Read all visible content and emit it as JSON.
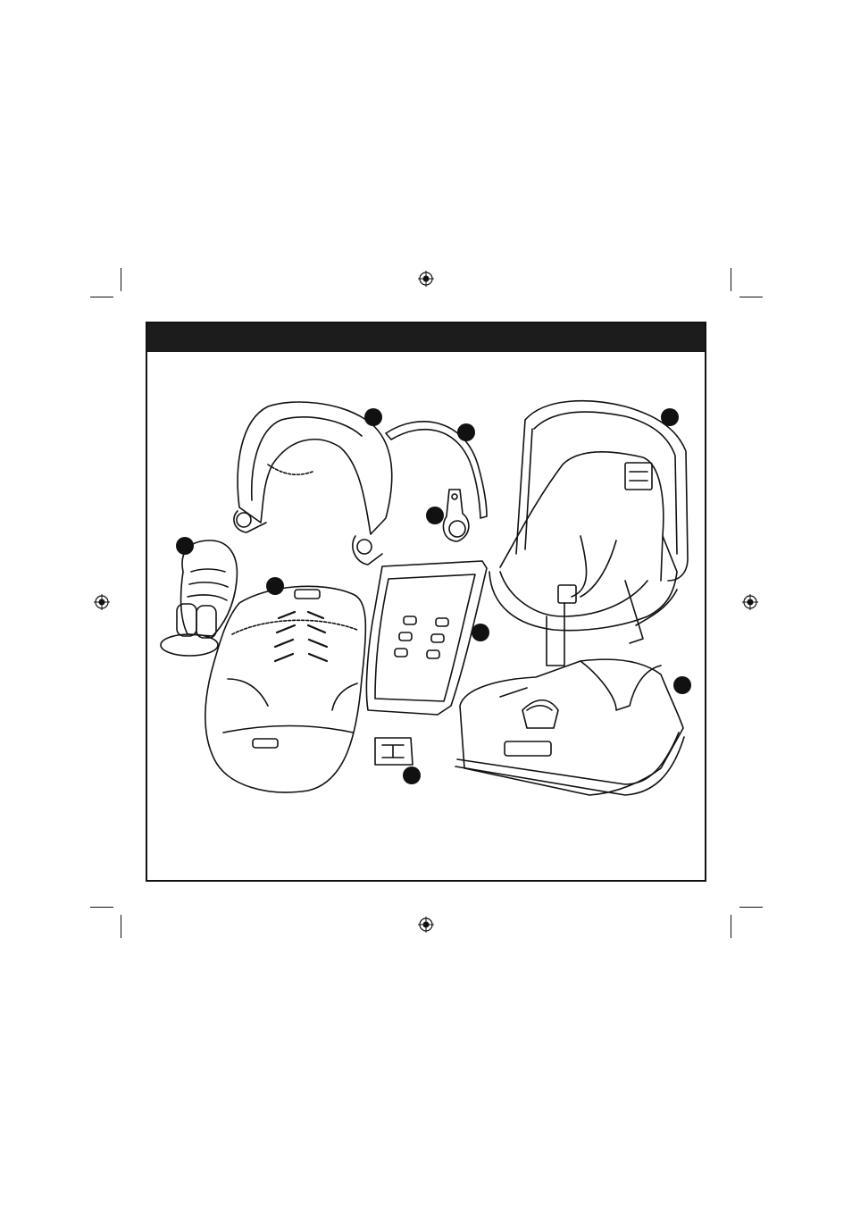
{
  "document": {
    "header_title": "",
    "icons": {
      "registration": "registration-mark-icon",
      "callout": "callout-dot-icon"
    },
    "colors": {
      "ink": "#111111",
      "paper": "#ffffff",
      "header": "#1c1c1c"
    },
    "parts": [
      "canopy",
      "canopy-arm",
      "canopy-hub",
      "head-support",
      "seat-pad",
      "seat-insert",
      "infant-carrier",
      "base",
      "chest-clip"
    ]
  }
}
